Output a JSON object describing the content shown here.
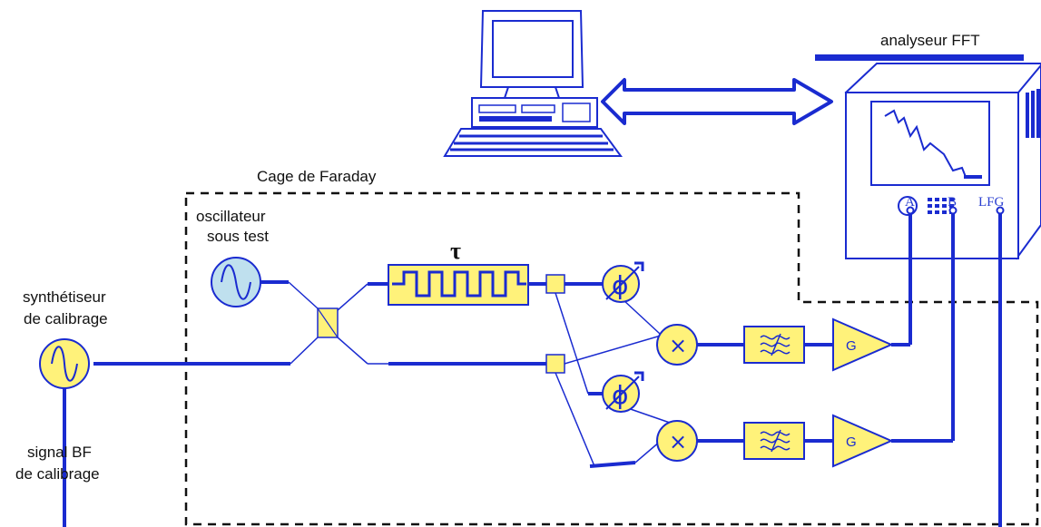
{
  "labels": {
    "fft_analyzer": "analyseur FFT",
    "faraday_cage": "Cage de Faraday",
    "osc_line1": "oscillateur",
    "osc_line2": "sous test",
    "synth_line1": "synthétiseur",
    "synth_line2": "de calibrage",
    "lf_line1": "signal BF",
    "lf_line2": "de calibrage",
    "delay_symbol": "τ",
    "port_a": "A",
    "port_b": "B",
    "port_lfg": "LFG",
    "amp1_label": "G",
    "amp2_label": "G",
    "phase1_symbol": "ϕ",
    "phase2_symbol": "ϕ",
    "mixer1_symbol": "×",
    "mixer2_symbol": "×"
  },
  "colors": {
    "wire": "#1a2bd0",
    "component_fill": "#fff27a",
    "oscillator_fill": "#bfe0ee"
  },
  "icons": [
    "computer-icon",
    "fft-analyzer-icon",
    "sine-source-icon",
    "delay-line-icon",
    "phase-shifter-icon",
    "mixer-icon",
    "filter-icon",
    "amplifier-icon",
    "coupler-icon"
  ]
}
